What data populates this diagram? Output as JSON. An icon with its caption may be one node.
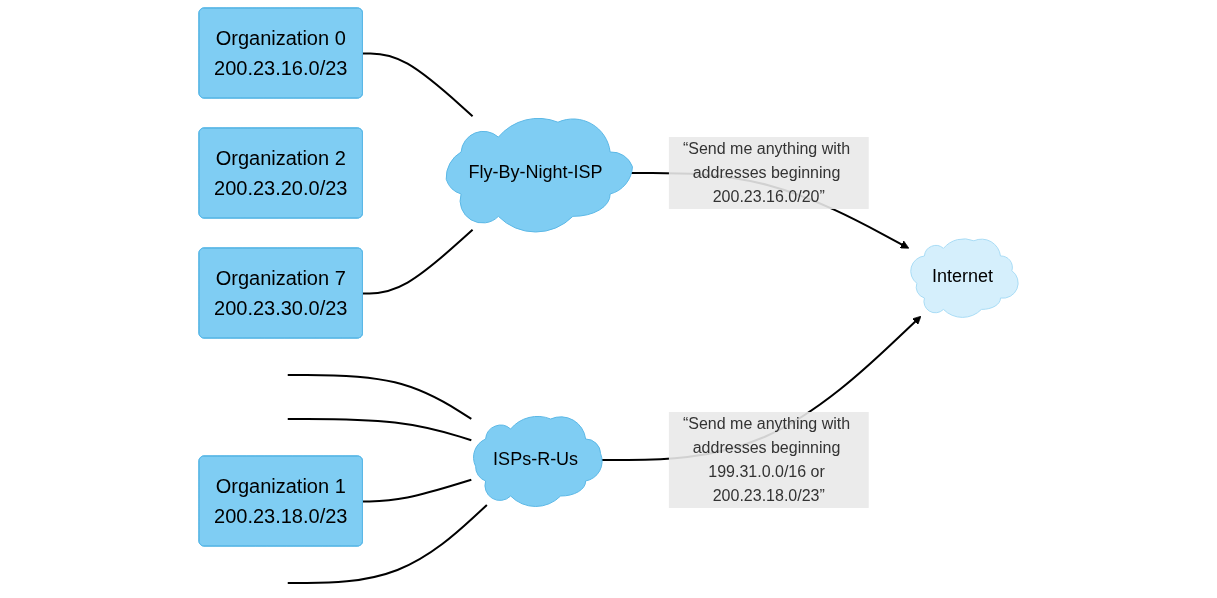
{
  "diagram": {
    "nodes": [
      {
        "text": [
          "Organization 0",
          "200.23.16.0/23"
        ]
      },
      {
        "text": [
          "Organization 2",
          "200.23.20.0/23"
        ]
      },
      {
        "text": [
          "Organization 7",
          "200.23.30.0/23"
        ]
      },
      {
        "text": [
          "Organization 1",
          "200.23.18.0/23"
        ]
      },
      {
        "text": [
          "Fly-By-Night-ISP"
        ]
      },
      {
        "text": [
          "ISPs-R-Us"
        ]
      },
      {
        "text": [
          "Internet"
        ]
      }
    ],
    "edges": [
      {
        "from": 0,
        "to": 4,
        "arrow": "none"
      },
      {
        "from": 2,
        "to": 4,
        "arrow": "none"
      },
      {
        "from": 4,
        "to": 6,
        "arrow": "to",
        "label": "“Send me anything with addresses beginning 200.23.16.0/20”"
      },
      {
        "from": 5,
        "to": 6,
        "arrow": "to",
        "label": "“Send me anything with addresses beginning 199.31.0.0/16 or 200.23.18.0/23”"
      },
      {
        "from": null,
        "to": 5,
        "arrow": "none"
      },
      {
        "from": null,
        "to": 5,
        "arrow": "none"
      },
      {
        "from": 3,
        "to": 5,
        "arrow": "none"
      },
      {
        "from": null,
        "to": 5,
        "arrow": "none"
      }
    ]
  }
}
